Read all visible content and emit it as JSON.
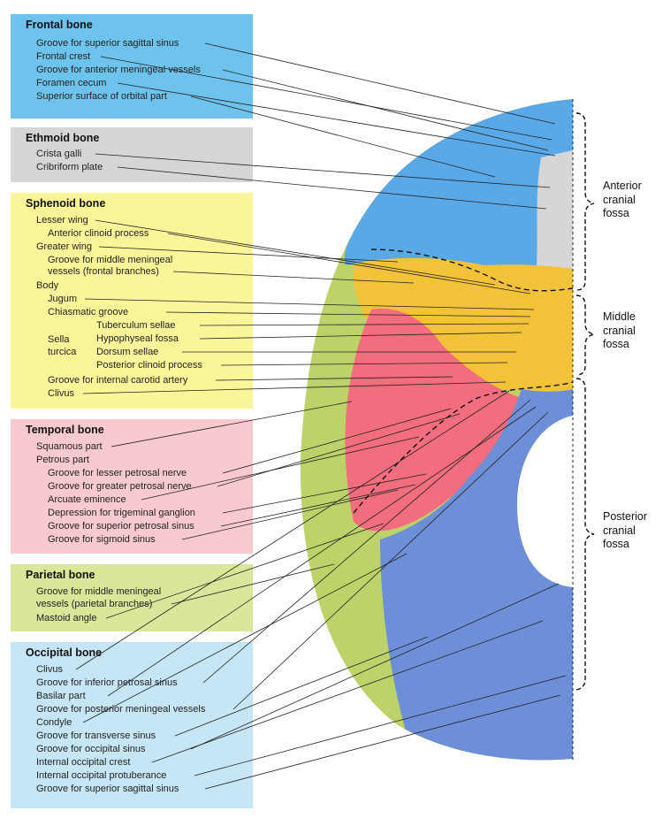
{
  "colors": {
    "frontal": "#5aa9e6",
    "frontal_box": "#6ec3ec",
    "ethmoid_box": "#d6d6d6",
    "sphenoid": "#f2c338",
    "sphenoid_box": "#fbf59a",
    "temporal": "#f26d7d",
    "temporal_box": "#f8c9cf",
    "parietal": "#bcd36a",
    "parietal_box": "#d8e79a",
    "occipital": "#6d8fd8",
    "occipital_box": "#c6e6f6"
  },
  "groups": [
    {
      "title": "Frontal bone",
      "items": [
        "Groove for superior sagittal sinus",
        "Frontal crest",
        "Groove for anterior meningeal vessels",
        "Foramen cecum",
        "Superior surface of orbital part"
      ]
    },
    {
      "title": "Ethmoid bone",
      "items": [
        "Crista galli",
        "Cribriform plate"
      ]
    },
    {
      "title": "Sphenoid bone",
      "items": [
        "Lesser wing",
        "Anterior clinoid process",
        "Greater wing",
        "Groove for middle meningeal",
        "vessels (frontal branches)",
        "Body",
        "Jugum",
        "Chiasmatic groove",
        "Tuberculum sellae",
        "Hypophyseal fossa",
        "Dorsum sellae",
        "Posterior clinoid process",
        "Groove for internal carotid artery",
        "Clivus"
      ],
      "sella_label": [
        "Sella",
        "turcica"
      ]
    },
    {
      "title": "Temporal bone",
      "items": [
        "Squamous part",
        "Petrous part",
        "Groove for lesser petrosal nerve",
        "Groove for greater petrosal nerve",
        "Arcuate eminence",
        "Depression for trigeminal ganglion",
        "Groove for superior petrosal sinus",
        "Groove for sigmoid sinus"
      ]
    },
    {
      "title": "Parietal bone",
      "items": [
        "Groove for middle meningeal",
        "vessels (parietal branches)",
        "Mastoid angle"
      ]
    },
    {
      "title": "Occipital bone",
      "items": [
        "Clivus",
        "Groove for inferior petrosal sinus",
        "Basilar part",
        "Groove for posterior meningeal vessels",
        "Condyle",
        "Groove for transverse sinus",
        "Groove for occipital sinus",
        "Internal occipital crest",
        "Internal occipital protuberance",
        "Groove for superior sagittal sinus"
      ]
    }
  ],
  "fossae": [
    [
      "Anterior",
      "cranial",
      "fossa"
    ],
    [
      "Middle",
      "cranial",
      "fossa"
    ],
    [
      "Posterior",
      "cranial",
      "fossa"
    ]
  ]
}
